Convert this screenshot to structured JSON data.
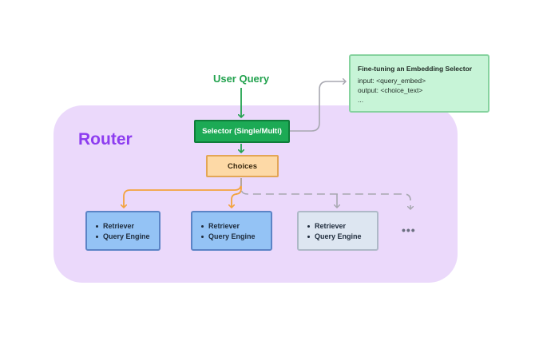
{
  "router": {
    "label": "Router"
  },
  "user_query": {
    "label": "User Query"
  },
  "selector": {
    "label": "Selector (Single/Multi)"
  },
  "choices": {
    "label": "Choices"
  },
  "options": [
    {
      "items": [
        "Retriever",
        "Query Engine"
      ]
    },
    {
      "items": [
        "Retriever",
        "Query Engine"
      ]
    },
    {
      "items": [
        "Retriever",
        "Query Engine"
      ]
    }
  ],
  "more": {
    "label": "•••"
  },
  "embedding_selector": {
    "title": "Fine-tuning an Embedding Selector",
    "lines": [
      "input: <query_embed>",
      "output: <choice_text>",
      "..."
    ]
  },
  "colors": {
    "router_bg": "#ebd9fb",
    "router_text": "#8d3df0",
    "user_query": "#22a24e",
    "selector_fill": "#1caa55",
    "choices_fill": "#fdd9a6",
    "connector_orange": "#f3a33d",
    "card_blue": "#94c3f5",
    "card_faded": "#dde6f1",
    "embed_fill": "#c7f4d7"
  }
}
